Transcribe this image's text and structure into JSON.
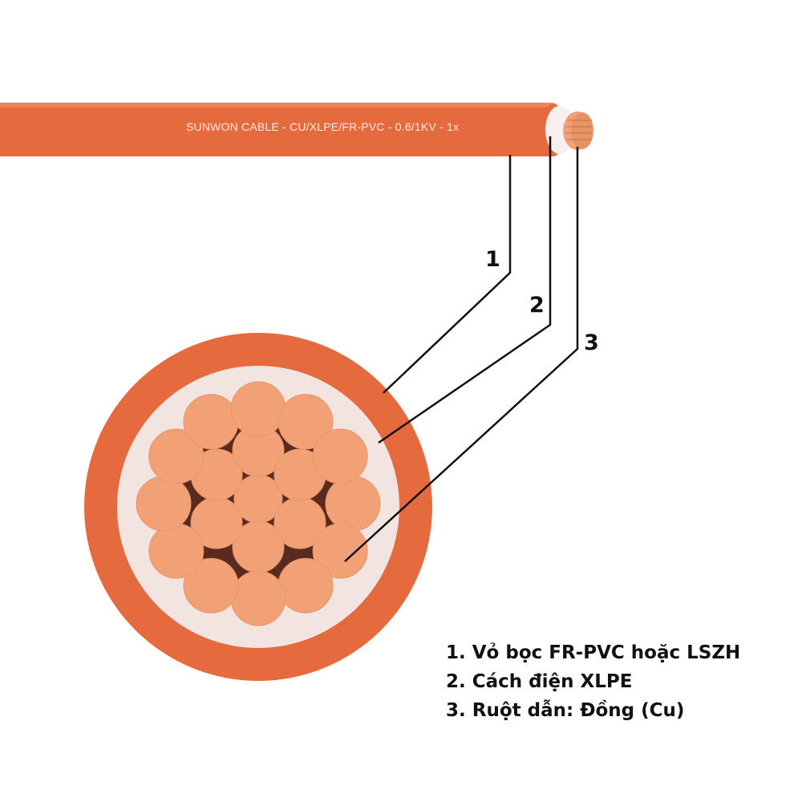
{
  "cable_print": "SUNWON CABLE - CU/XLPE/FR-PVC - 0.6/1KV - 1x",
  "callouts": [
    "1",
    "2",
    "3"
  ],
  "legend": [
    "1. Vỏ bọc FR-PVC hoặc LSZH",
    "2. Cách điện XLPE",
    "3. Ruột dẫn: Đồng (Cu)"
  ],
  "colors": {
    "sheath": "#E56A3E",
    "insulation": "#F2E4E0",
    "copper": "#F2A177",
    "gap": "#5A2A1E",
    "leader": "#111111"
  }
}
